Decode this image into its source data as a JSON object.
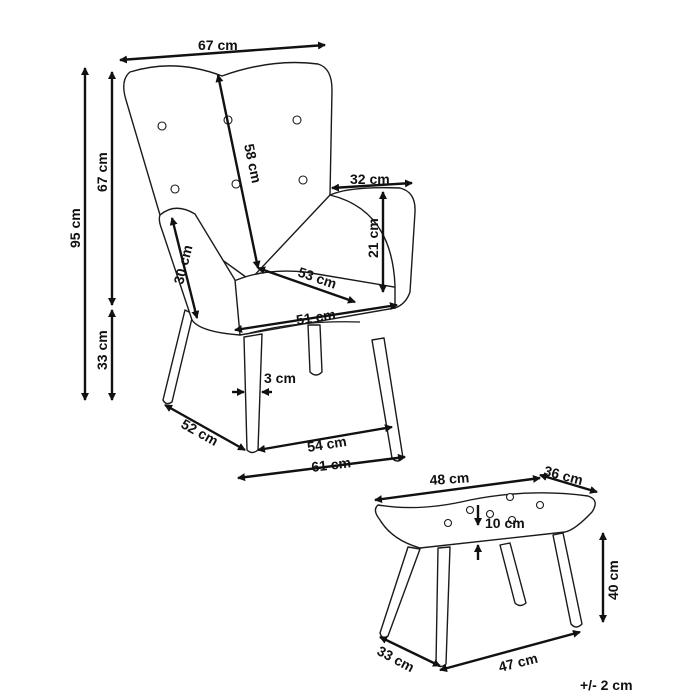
{
  "chair": {
    "width_top": "67 cm",
    "total_height": "95 cm",
    "back_height": "67 cm",
    "seat_height": "33 cm",
    "back_depth": "58 cm",
    "arm_width": "32 cm",
    "arm_height": "21 cm",
    "side_arm": "30 cm",
    "seat_depth": "53 cm",
    "seat_width": "51 cm",
    "leg_thickness": "3 cm",
    "base_depth": "52 cm",
    "base_inner_width": "54 cm",
    "base_width": "61 cm"
  },
  "ottoman": {
    "width": "48 cm",
    "depth_top": "36 cm",
    "cushion": "10 cm",
    "height": "40 cm",
    "base_depth": "33 cm",
    "base_width": "47 cm"
  },
  "tolerance": "+/- 2 cm",
  "colors": {
    "line": "#1a1a1a",
    "background": "#ffffff"
  }
}
